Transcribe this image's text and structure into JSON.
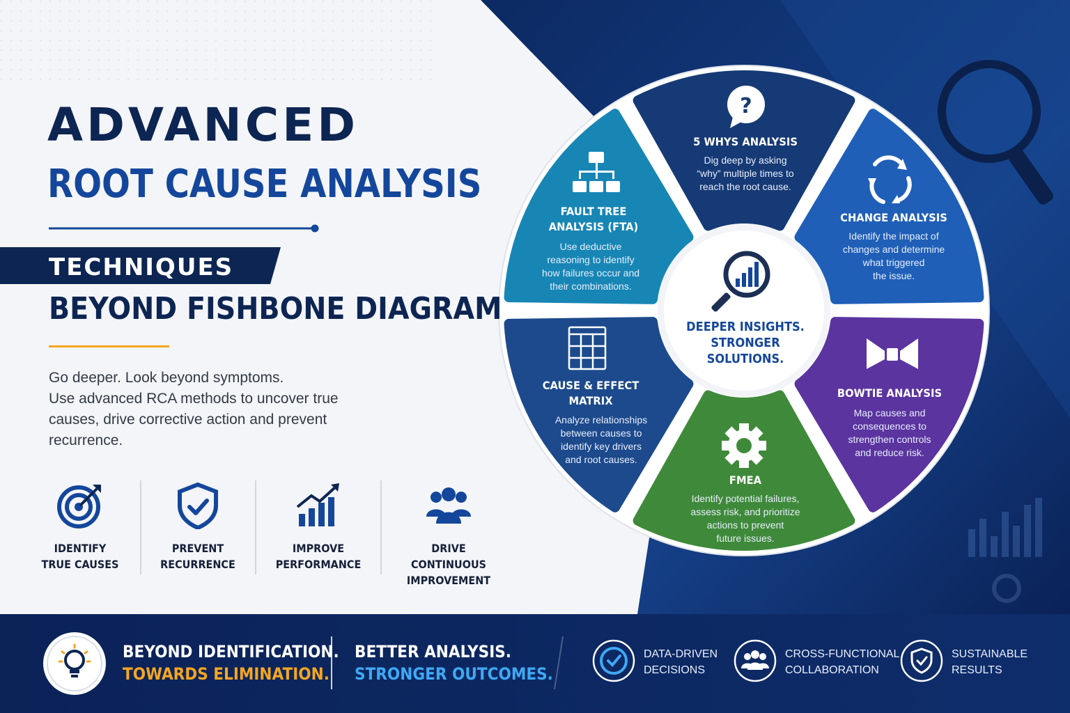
{
  "header": {
    "title_line1": "ADVANCED",
    "title_line2": "ROOT CAUSE ANALYSIS",
    "banner": "TECHNIQUES",
    "title_line3": "BEYOND FISHBONE DIAGRAM"
  },
  "intro": [
    "Go deeper. Look beyond symptoms.",
    "Use advanced RCA methods to uncover true",
    "causes, drive corrective action and prevent",
    "recurrence."
  ],
  "benefits": [
    {
      "icon": "target-icon",
      "line1": "IDENTIFY",
      "line2": "TRUE CAUSES"
    },
    {
      "icon": "shield-check-icon",
      "line1": "PREVENT",
      "line2": "RECURRENCE"
    },
    {
      "icon": "growth-chart-icon",
      "line1": "IMPROVE",
      "line2": "PERFORMANCE"
    },
    {
      "icon": "team-icon",
      "line1": "DRIVE CONTINUOUS",
      "line2": "IMPROVEMENT"
    }
  ],
  "wheel": {
    "center": {
      "line1": "DEEPER INSIGHTS.",
      "line2": "STRONGER SOLUTIONS.",
      "icon": "magnifier-chart-icon"
    },
    "segments": [
      {
        "id": "five-whys",
        "icon": "question-bubble-icon",
        "color": "#163a75",
        "title": [
          "5 WHYS ANALYSIS"
        ],
        "desc": [
          "Dig deep by asking",
          "“why” multiple times to",
          "reach the root cause."
        ]
      },
      {
        "id": "change",
        "icon": "cycle-arrows-icon",
        "color": "#1f5fb8",
        "title": [
          "CHANGE ANALYSIS"
        ],
        "desc": [
          "Identify the impact of",
          "changes and determine",
          "what triggered",
          "the issue."
        ]
      },
      {
        "id": "bowtie",
        "icon": "bowtie-icon",
        "color": "#5b34a0",
        "title": [
          "BOWTIE ANALYSIS"
        ],
        "desc": [
          "Map causes and",
          "consequences to",
          "strengthen controls",
          "and reduce risk."
        ]
      },
      {
        "id": "fmea",
        "icon": "gear-icon",
        "color": "#3f8a3a",
        "title": [
          "FMEA"
        ],
        "desc": [
          "Identify potential failures,",
          "assess risk, and prioritize",
          "actions to prevent",
          "future issues."
        ]
      },
      {
        "id": "cause-effect",
        "icon": "grid-matrix-icon",
        "color": "#1c4a8c",
        "title": [
          "CAUSE & EFFECT",
          "MATRIX"
        ],
        "desc": [
          "Analyze relationships",
          "between causes to",
          "identify key drivers",
          "and root causes."
        ]
      },
      {
        "id": "fault-tree",
        "icon": "tree-hierarchy-icon",
        "color": "#1786b5",
        "title": [
          "FAULT TREE",
          "ANALYSIS (FTA)"
        ],
        "desc": [
          "Use deductive",
          "reasoning to identify",
          "how failures occur and",
          "their combinations."
        ]
      }
    ]
  },
  "footer": {
    "left_line1": "BEYOND IDENTIFICATION.",
    "left_line2": "TOWARDS ELIMINATION.",
    "mid_line1": "BETTER ANALYSIS.",
    "mid_line2": "STRONGER OUTCOMES.",
    "badges": [
      {
        "icon": "check-circle-icon",
        "line1": "DATA-DRIVEN",
        "line2": "DECISIONS"
      },
      {
        "icon": "team-icon",
        "line1": "CROSS-FUNCTIONAL",
        "line2": "COLLABORATION"
      },
      {
        "icon": "shield-check-icon",
        "line1": "SUSTAINABLE",
        "line2": "RESULTS"
      }
    ]
  },
  "colors": {
    "navy": "#0d2552",
    "royal": "#14479b",
    "accent_orange": "#f4a621",
    "accent_sky": "#3fa9f5"
  }
}
